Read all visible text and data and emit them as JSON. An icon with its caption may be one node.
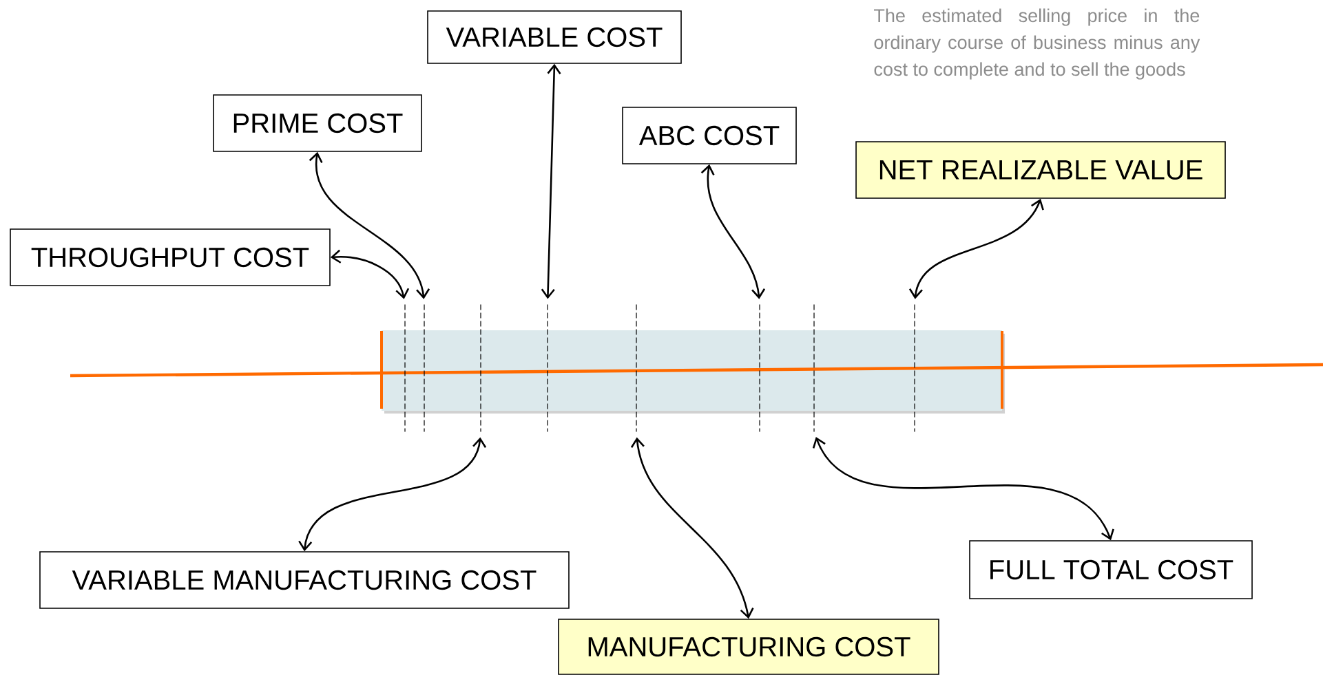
{
  "diagram": {
    "nodes": [
      {
        "text": [
          "VARIABLE COST"
        ]
      },
      {
        "text": [
          "PRIME COST"
        ]
      },
      {
        "text": [
          "ABC COST"
        ]
      },
      {
        "text": [
          "NET REALIZABLE VALUE"
        ],
        "beside": [
          "The estimated selling price in the ordinary course of business minus any cost to complete and to sell the goods"
        ]
      },
      {
        "text": [
          "THROUGHPUT COST"
        ]
      },
      {
        "text": [
          "VARIABLE MANUFACTURING COST"
        ]
      },
      {
        "text": [
          "MANUFACTURING COST"
        ]
      },
      {
        "text": [
          "FULL TOTAL COST"
        ]
      },
      {
        "text": [],
        "shape": "line"
      },
      {
        "text": [],
        "shape": "line"
      },
      {
        "text": [],
        "shape": "line"
      },
      {
        "text": [],
        "shape": "line"
      },
      {
        "text": [],
        "shape": "line"
      },
      {
        "text": [],
        "shape": "line"
      },
      {
        "text": [],
        "shape": "line"
      },
      {
        "text": [],
        "shape": "line"
      }
    ],
    "edges": [
      {
        "from": 4,
        "to": 8,
        "arrow": "both"
      },
      {
        "from": 1,
        "to": 9,
        "arrow": "both"
      },
      {
        "from": 0,
        "to": 11,
        "arrow": "both"
      },
      {
        "from": 2,
        "to": 13,
        "arrow": "both"
      },
      {
        "from": 3,
        "to": 15,
        "arrow": "both"
      },
      {
        "from": 5,
        "to": 10,
        "arrow": "both"
      },
      {
        "from": 6,
        "to": 12,
        "arrow": "both"
      },
      {
        "from": 7,
        "to": 14,
        "arrow": "both"
      }
    ]
  }
}
